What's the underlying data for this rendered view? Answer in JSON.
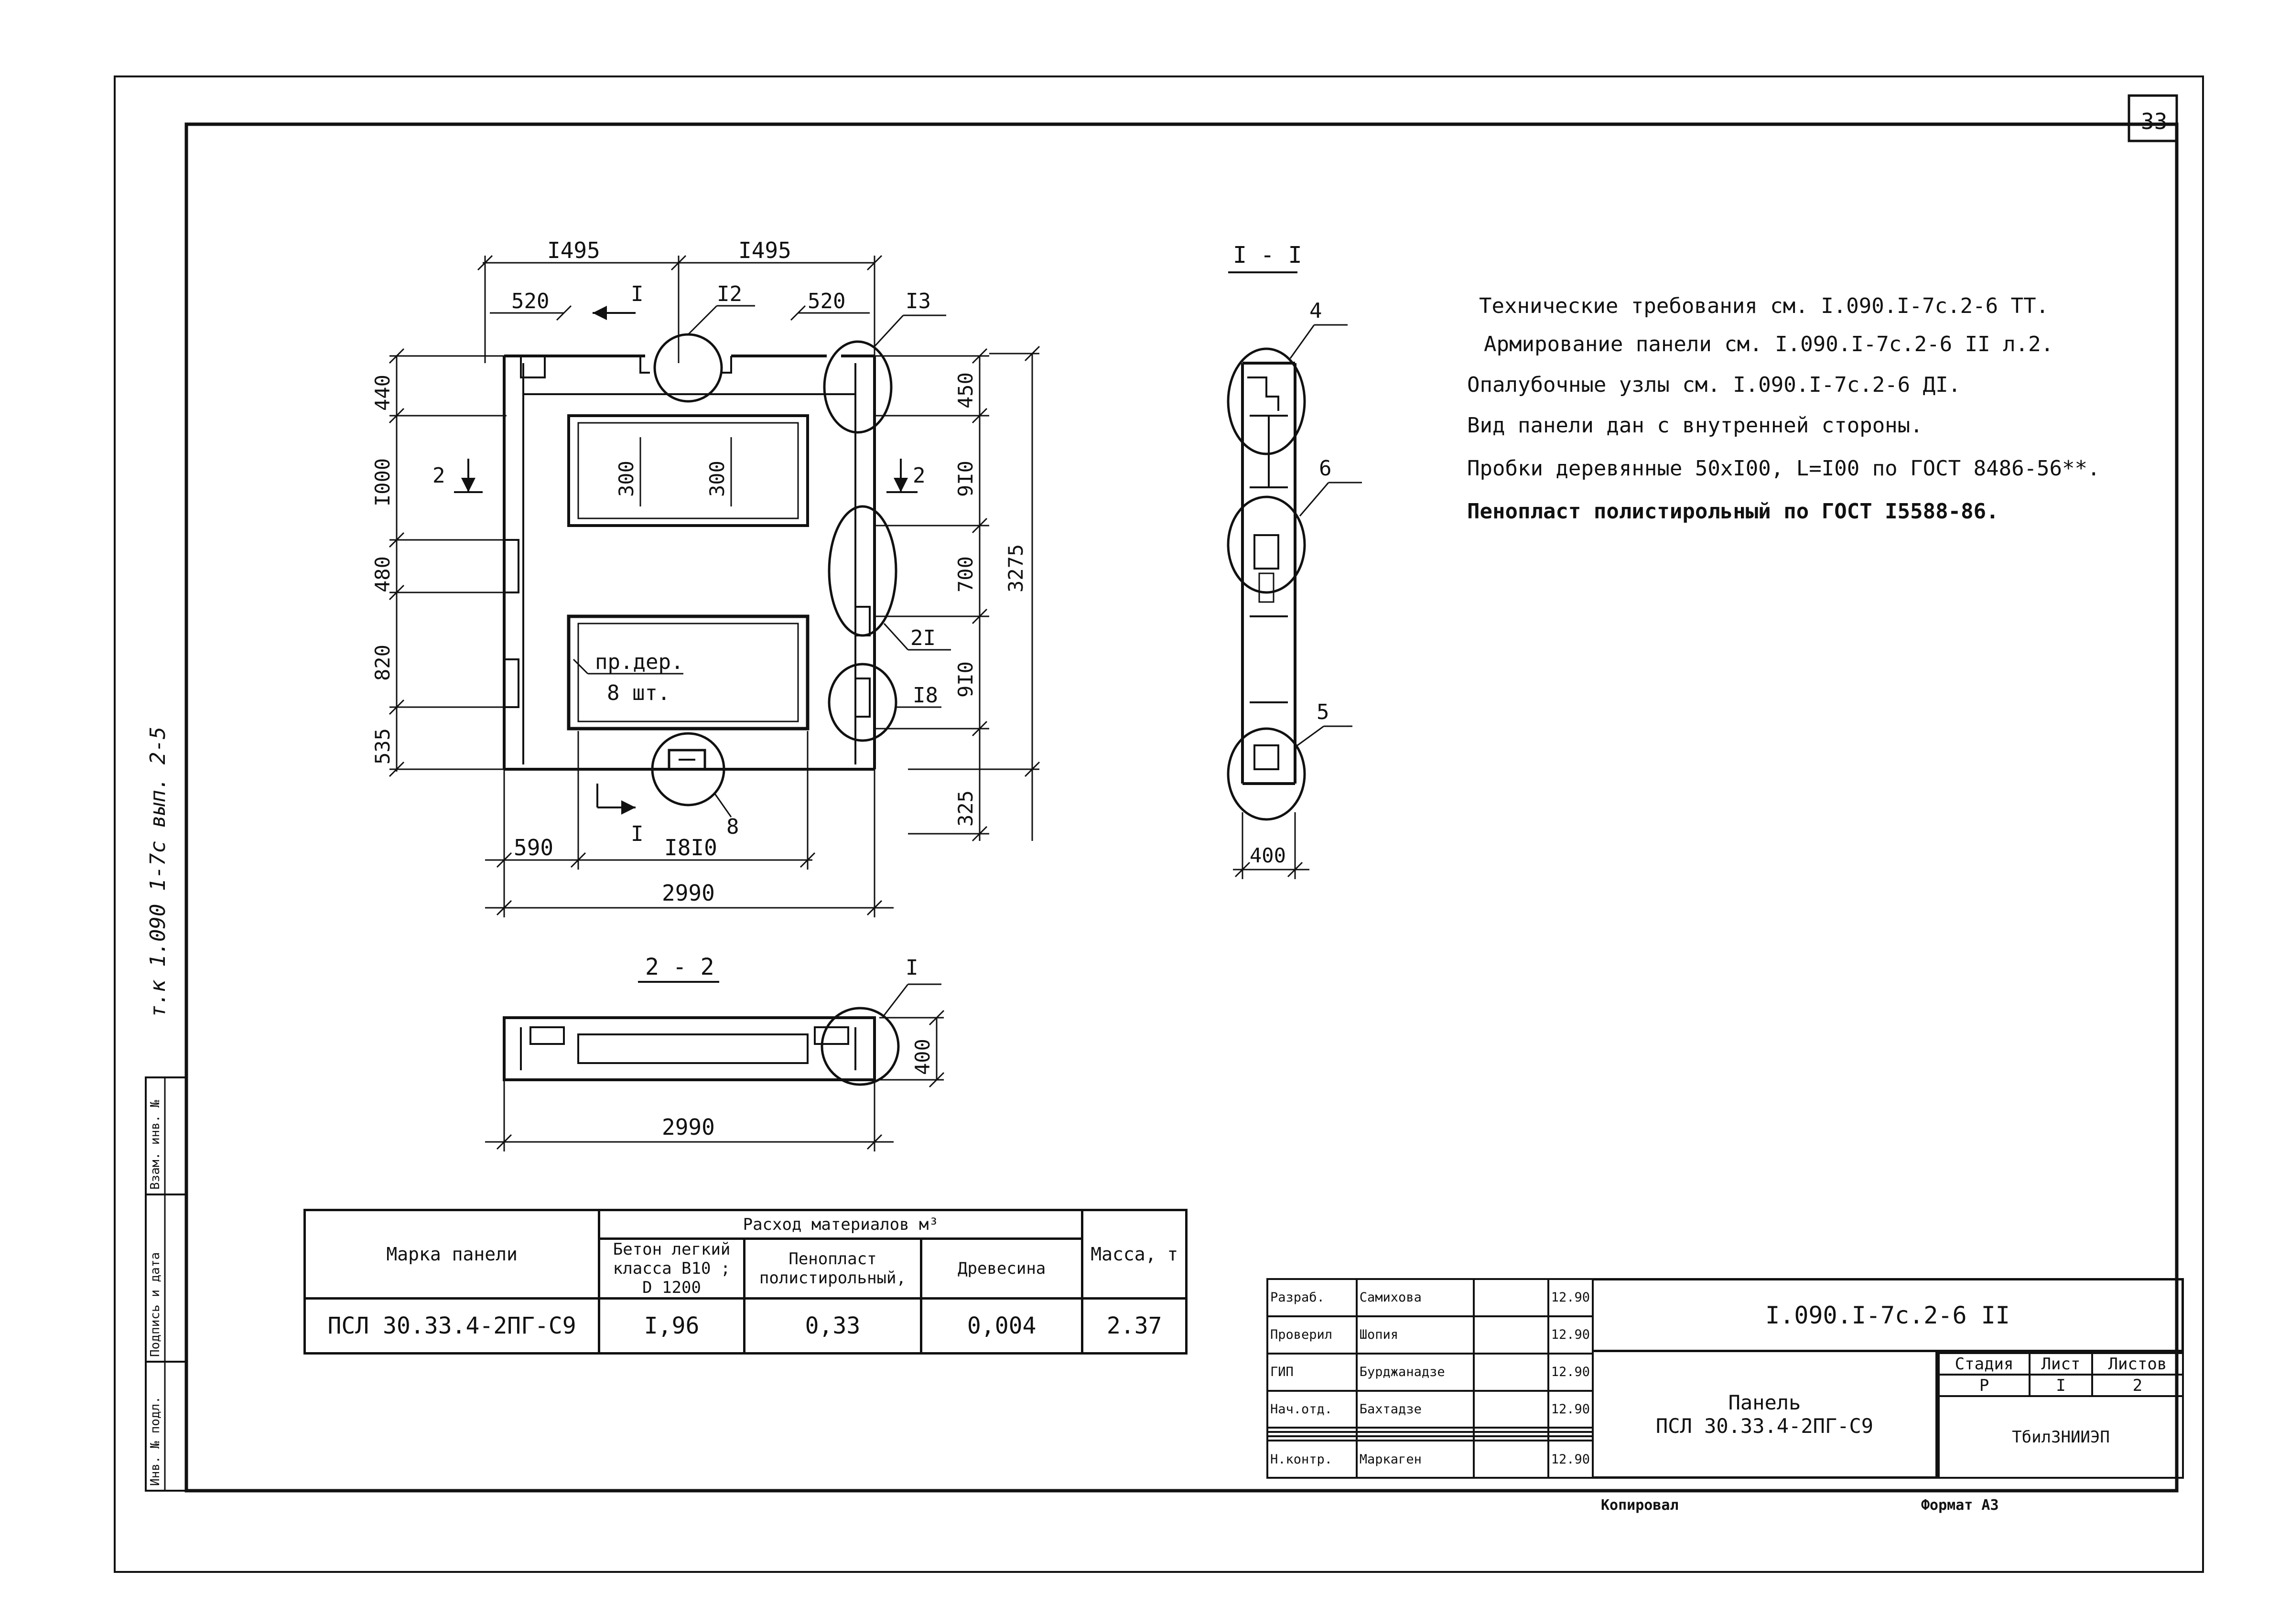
{
  "sheet": {
    "page_number": "33",
    "format_label": "Формат А3",
    "copied_label": "Копировал"
  },
  "side_stamp": {
    "handwritten_ref": "т.к 1.090 1-7с вып. 2-5",
    "inv_podl": "Инв. № подл.",
    "podp_data": "Подпись и дата",
    "vzam_inv": "Взам. инв. №"
  },
  "notes": [
    "Технические требования см. I.090.I-7с.2-6 ТТ.",
    "Армирование панели см. I.090.I-7с.2-6 II л.2.",
    "Опалубочные узлы см. I.090.I-7с.2-6 ДI.",
    "Вид панели дан с внутренней стороны.",
    "Пробки деревянные 50хI00, L=I00 по ГОСТ 8486-56**.",
    "Пенопласт полистирольный по ГОСТ I5588-86."
  ],
  "drawing_main": {
    "top_dims": {
      "left": "I495",
      "right": "I495",
      "left_sub": "520",
      "right_sub": "520"
    },
    "bottom_dims": {
      "a": "590",
      "b": "I8I0",
      "total": "2990"
    },
    "left_dims": [
      "440",
      "I000",
      "480",
      "820",
      "535"
    ],
    "right_dims": [
      "450",
      "9I0",
      "700",
      "9I0"
    ],
    "overall_height": "3275",
    "bottom_ext": "325",
    "window_dims": [
      "300",
      "300"
    ],
    "plug_note_line1": "пр.дер.",
    "plug_note_line2": "8 шт.",
    "node_labels": [
      "I2",
      "I3",
      "2I",
      "I8",
      "8"
    ],
    "section_marks": {
      "s1_top": "I",
      "s1_bottom": "I",
      "s2_left": "2",
      "s2_right": "2"
    }
  },
  "section_1_1": {
    "title": "I - I",
    "width_dim": "400",
    "node_labels": [
      "4",
      "6",
      "5"
    ]
  },
  "section_2_2": {
    "title": "2 - 2",
    "length_dim": "2990",
    "height_dim": "400",
    "node_label": "I"
  },
  "materials_table": {
    "col_mark": "Марка панели",
    "col_group": "Расход материалов м³",
    "col_concrete": "Бетон легкий класса В10 ; D 1200",
    "col_foam": "Пенопласт полистирольный,",
    "col_wood": "Древесина",
    "col_mass": "Масса, т",
    "row": {
      "mark": "ПСЛ 30.33.4-2ПГ-С9",
      "concrete": "I,96",
      "foam": "0,33",
      "wood": "0,004",
      "mass": "2.37"
    }
  },
  "title_block": {
    "code": "I.090.I-7с.2-6 II",
    "name_line1": "Панель",
    "name_line2": "ПСЛ 30.33.4-2ПГ-С9",
    "org": "ТбилЗНИИЭП",
    "stage_h": "Стадия",
    "sheet_h": "Лист",
    "sheets_h": "Листов",
    "stage": "Р",
    "sheet": "I",
    "sheets": "2",
    "signers": [
      {
        "role": "Разраб.",
        "name": "Самихова",
        "date": "12.90"
      },
      {
        "role": "Проверил",
        "name": "Шопия",
        "date": "12.90"
      },
      {
        "role": "ГИП",
        "name": "Бурджанадзе",
        "date": "12.90"
      },
      {
        "role": "Нач.отд.",
        "name": "Бахтадзе",
        "date": "12.90"
      },
      {
        "role": "",
        "name": "",
        "date": ""
      },
      {
        "role": "",
        "name": "",
        "date": ""
      },
      {
        "role": "",
        "name": "",
        "date": ""
      },
      {
        "role": "Н.контр.",
        "name": "Маркаген",
        "date": "12.90"
      }
    ]
  }
}
